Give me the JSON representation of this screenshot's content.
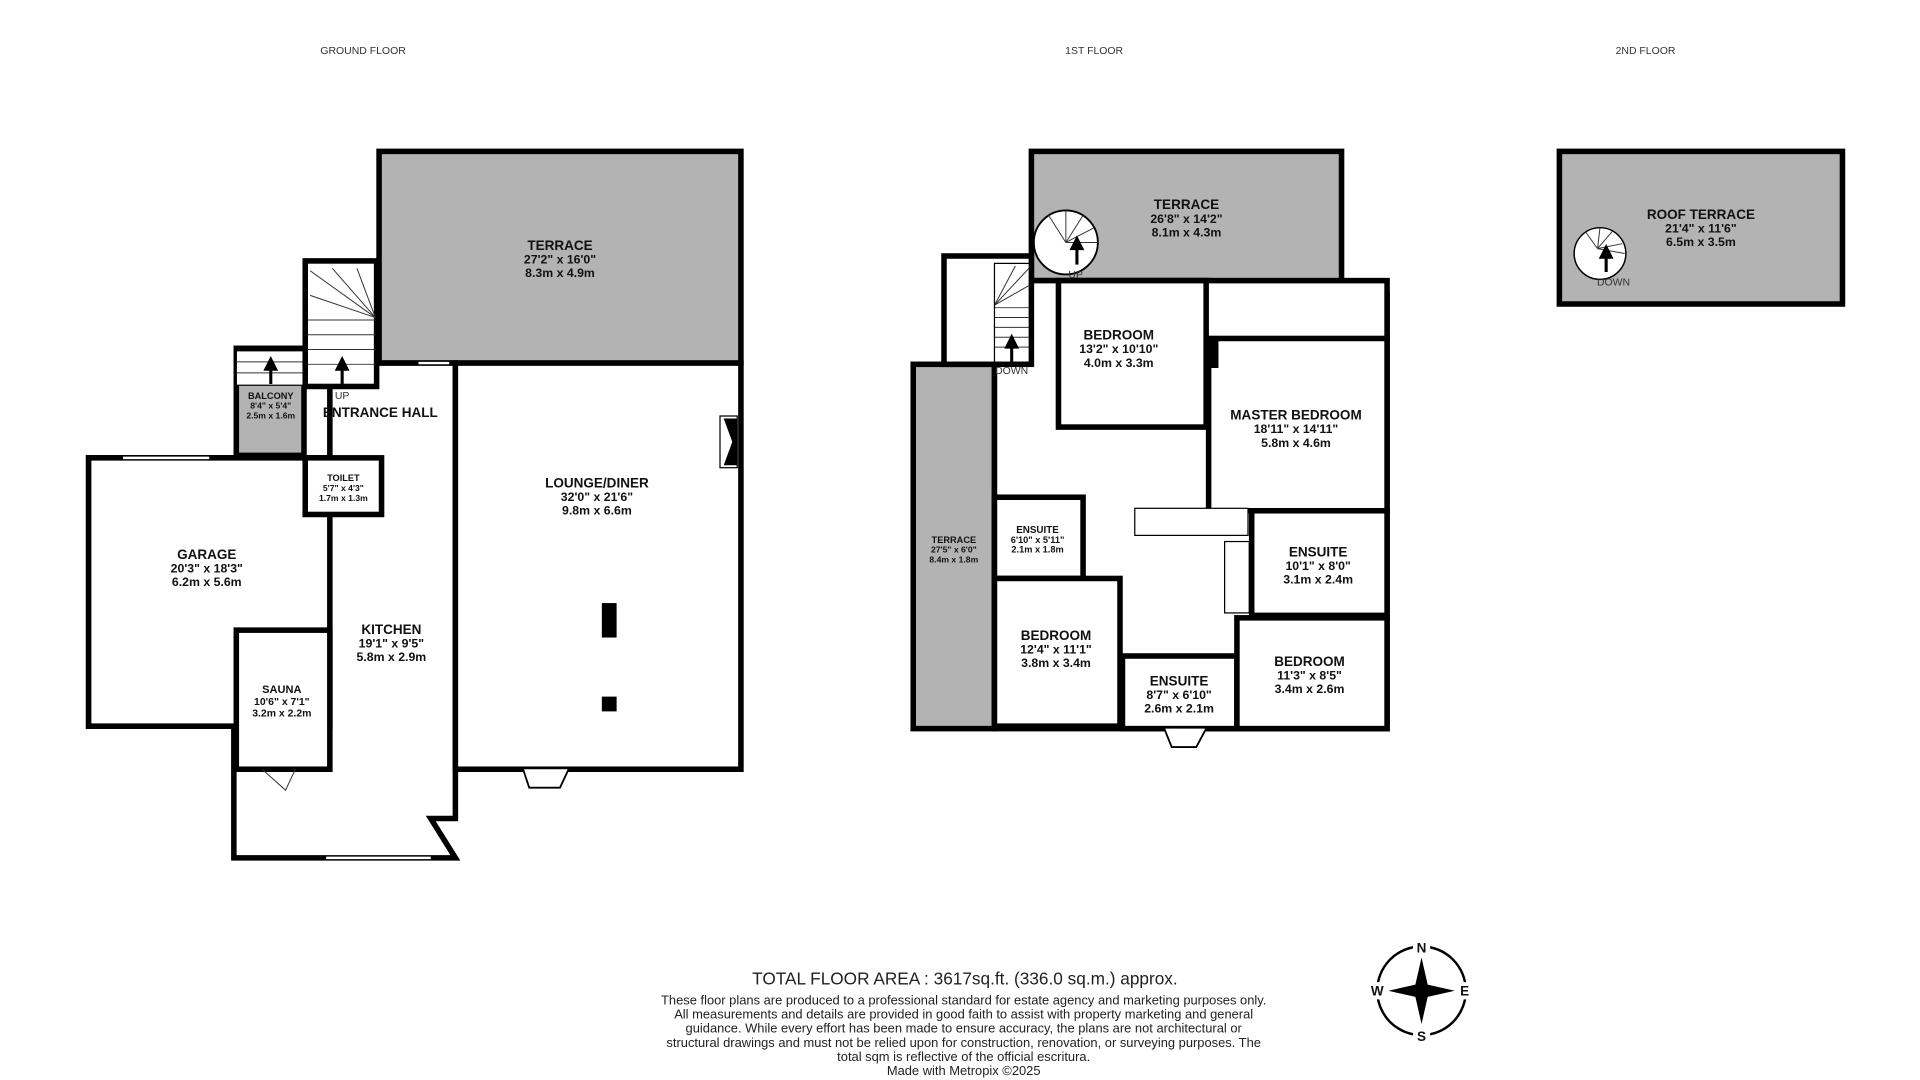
{
  "floors": {
    "ground": "GROUND FLOOR",
    "first": "1ST FLOOR",
    "second": "2ND FLOOR"
  },
  "ground_rooms": {
    "terrace": {
      "name": "TERRACE",
      "imperial": "27'2\"  x 16'0\"",
      "metric": "8.3m  x 4.9m"
    },
    "balcony": {
      "name": "BALCONY",
      "imperial": "8'4\"  x 5'4\"",
      "metric": "2.5m  x 1.6m"
    },
    "entrance": {
      "name": "ENTRANCE HALL"
    },
    "toilet": {
      "name": "TOILET",
      "imperial": "5'7\"  x 4'3\"",
      "metric": "1.7m  x 1.3m"
    },
    "lounge": {
      "name": "LOUNGE/DINER",
      "imperial": "32'0\"  x 21'6\"",
      "metric": "9.8m  x 6.6m"
    },
    "garage": {
      "name": "GARAGE",
      "imperial": "20'3\"  x 18'3\"",
      "metric": "6.2m  x 5.6m"
    },
    "kitchen": {
      "name": "KITCHEN",
      "imperial": "19'1\"  x 9'5\"",
      "metric": "5.8m  x 2.9m"
    },
    "sauna": {
      "name": "SAUNA",
      "imperial": "10'6\"  x 7'1\"",
      "metric": "3.2m  x 2.2m"
    },
    "stair_label": "UP"
  },
  "first_rooms": {
    "terrace": {
      "name": "TERRACE",
      "imperial": "26'8\"  x 14'2\"",
      "metric": "8.1m  x 4.3m"
    },
    "bedroom1": {
      "name": "BEDROOM",
      "imperial": "13'2\"  x 10'10\"",
      "metric": "4.0m  x 3.3m"
    },
    "master": {
      "name": "MASTER BEDROOM",
      "imperial": "18'11\"  x 14'11\"",
      "metric": "5.8m  x 4.6m"
    },
    "side_terrace": {
      "name": "TERRACE",
      "imperial": "27'5\"  x 6'0\"",
      "metric": "8.4m  x 1.8m"
    },
    "ensuite1": {
      "name": "ENSUITE",
      "imperial": "6'10\"  x 5'11\"",
      "metric": "2.1m  x 1.8m"
    },
    "ensuite2": {
      "name": "ENSUITE",
      "imperial": "10'1\"  x 8'0\"",
      "metric": "3.1m  x 2.4m"
    },
    "bedroom2": {
      "name": "BEDROOM",
      "imperial": "12'4\"  x 11'1\"",
      "metric": "3.8m  x 3.4m"
    },
    "ensuite3": {
      "name": "ENSUITE",
      "imperial": "8'7\"  x 6'10\"",
      "metric": "2.6m  x 2.1m"
    },
    "bedroom3": {
      "name": "BEDROOM",
      "imperial": "11'3\"  x 8'5\"",
      "metric": "3.4m  x 2.6m"
    },
    "stair_down": "DOWN",
    "spiral_up": "UP"
  },
  "second_rooms": {
    "roof_terrace": {
      "name": "ROOF TERRACE",
      "imperial": "21'4\"  x 11'6\"",
      "metric": "6.5m  x 3.5m"
    },
    "spiral_down": "DOWN"
  },
  "compass": {
    "n": "N",
    "s": "S",
    "e": "E",
    "w": "W"
  },
  "footer": {
    "total": "TOTAL FLOOR AREA : 3617sq.ft. (336.0 sq.m.) approx.",
    "lines": [
      "These floor plans are produced to a professional standard for estate agency and marketing purposes only.",
      "All measurements and details are provided in good faith to assist with property marketing and general",
      "guidance. While every effort has been made to ensure accuracy, the plans are not architectural or",
      "structural drawings and must not be relied upon for construction, renovation, or surveying purposes. The",
      "total sqm is reflective of the official escritura.",
      "Made with Metropix ©2025"
    ]
  }
}
